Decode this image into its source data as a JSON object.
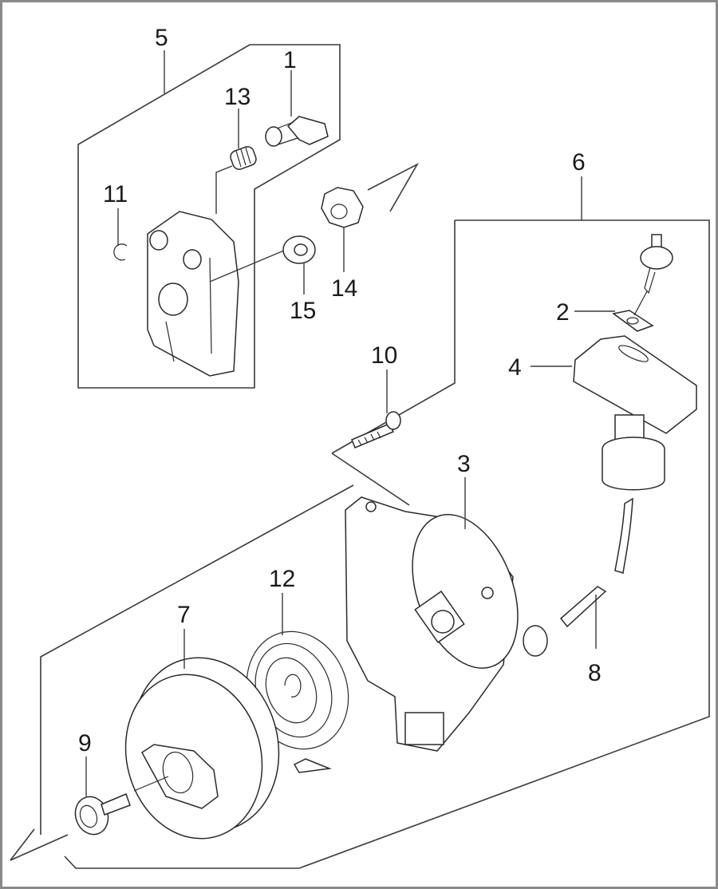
{
  "diagram": {
    "type": "exploded-parts-diagram",
    "subject": "Recoil starter assembly",
    "callouts": [
      {
        "id": "1",
        "label": "1"
      },
      {
        "id": "2",
        "label": "2"
      },
      {
        "id": "3",
        "label": "3"
      },
      {
        "id": "4",
        "label": "4"
      },
      {
        "id": "5",
        "label": "5"
      },
      {
        "id": "6",
        "label": "6"
      },
      {
        "id": "7",
        "label": "7"
      },
      {
        "id": "8",
        "label": "8"
      },
      {
        "id": "9",
        "label": "9"
      },
      {
        "id": "10",
        "label": "10"
      },
      {
        "id": "11",
        "label": "11"
      },
      {
        "id": "12",
        "label": "12"
      },
      {
        "id": "13",
        "label": "13"
      },
      {
        "id": "14",
        "label": "14"
      },
      {
        "id": "15",
        "label": "15"
      }
    ],
    "groups": [
      {
        "label": "5",
        "contains": [
          "1",
          "11",
          "13"
        ]
      },
      {
        "label": "6",
        "contains": [
          "2",
          "3",
          "4",
          "7",
          "8",
          "9",
          "10",
          "12"
        ]
      }
    ]
  }
}
